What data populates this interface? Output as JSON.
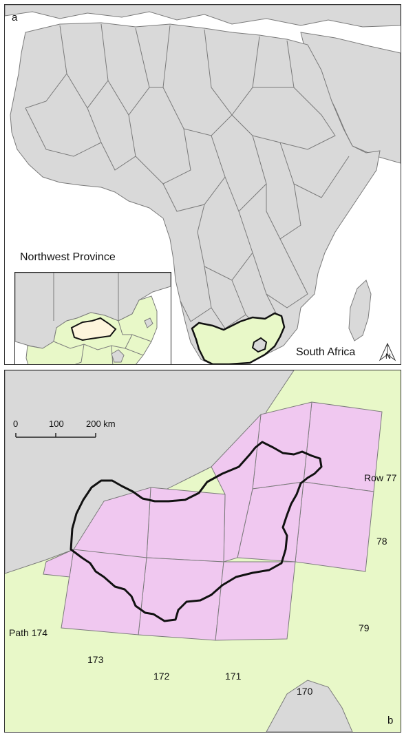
{
  "panel_a": {
    "letter": "a",
    "inset_title": "Northwest Province",
    "country_label": "South Africa",
    "north_label": "N"
  },
  "panel_b": {
    "letter": "b",
    "scale_ticks": [
      "0",
      "100",
      "200 km"
    ],
    "row_labels": [
      "Row 77",
      "78",
      "79"
    ],
    "path_labels": [
      "Path 174",
      "173",
      "172",
      "171",
      "170"
    ]
  },
  "colors": {
    "ocean": "#ffffff",
    "land": "#d9d9d9",
    "border": "#7a7a7a",
    "south_africa": "#e8f8c8",
    "northwest_province": "#fdf5dc",
    "landsat_tiles": "#f0c8f0"
  }
}
